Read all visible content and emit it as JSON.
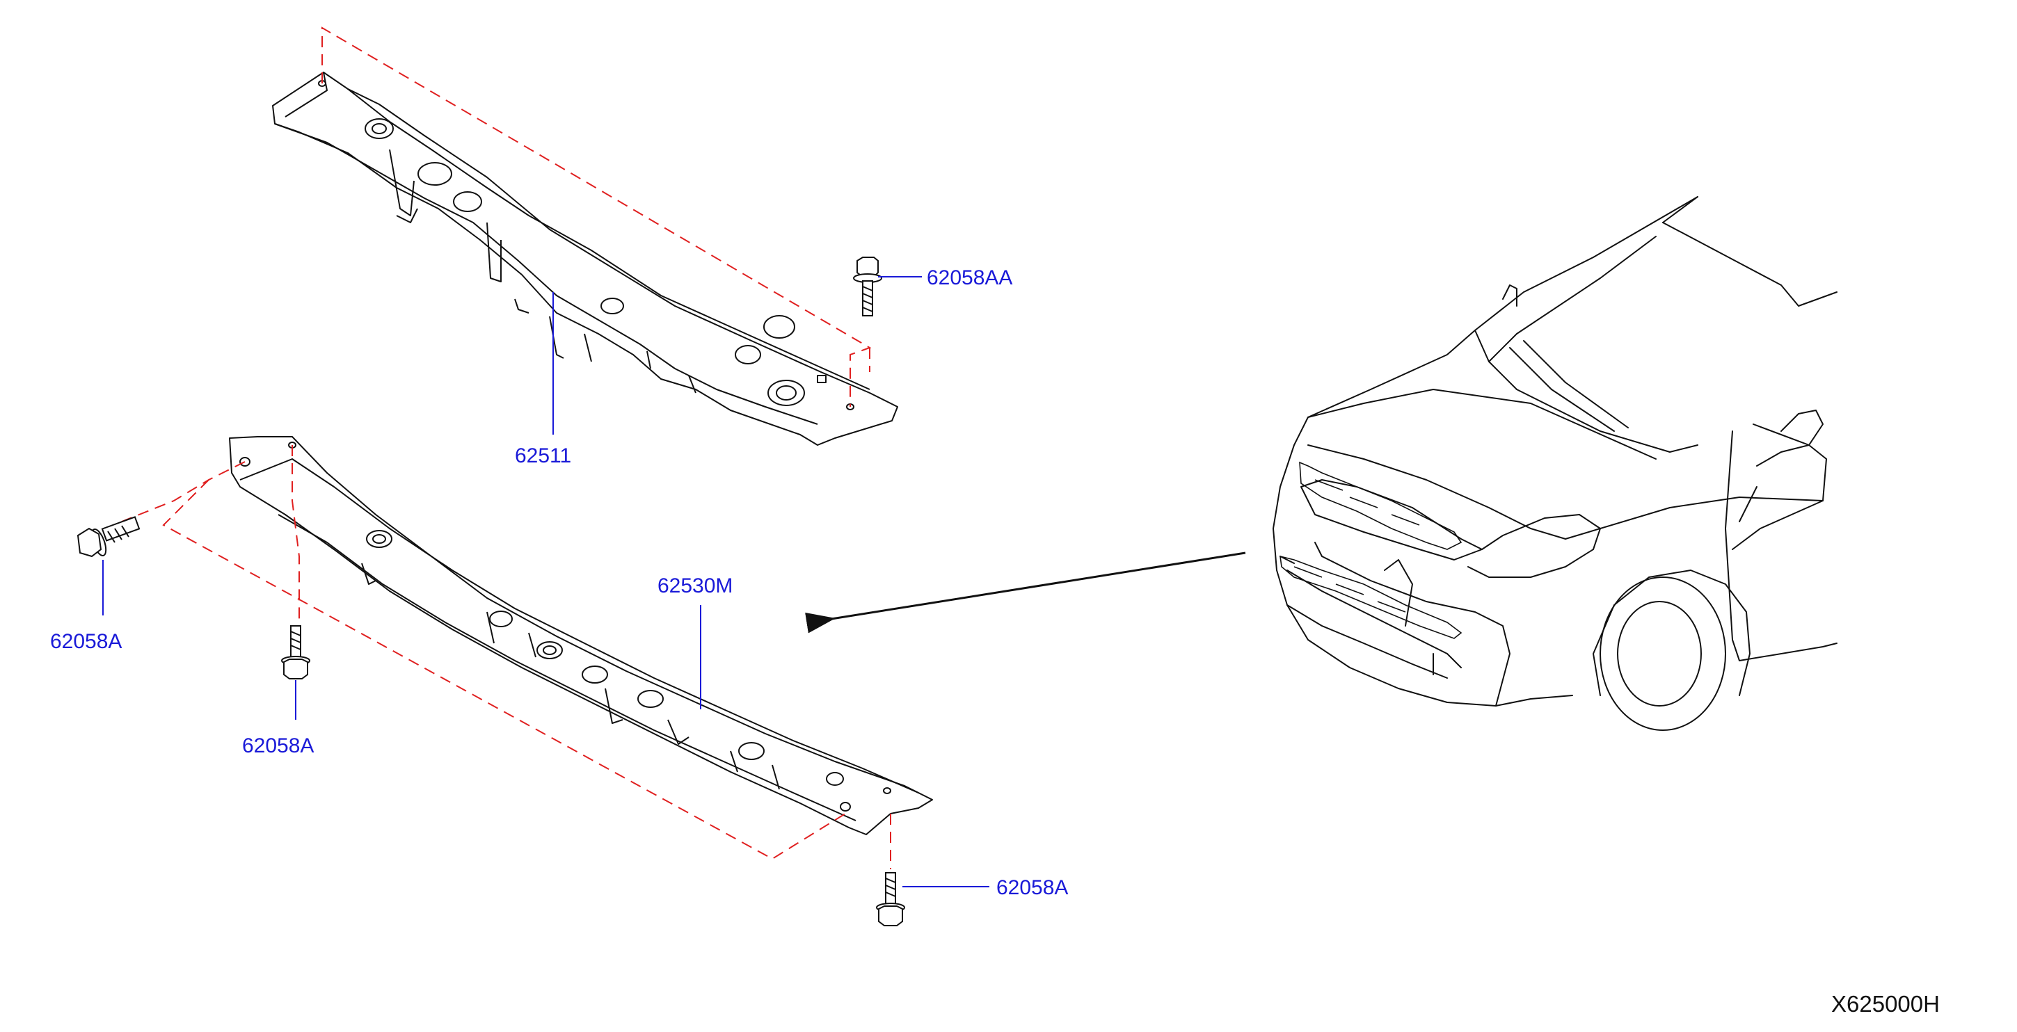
{
  "colors": {
    "label": "#1a1ad8",
    "leader": "#1a1ad8",
    "dash": "#e02020",
    "line": "#111111",
    "background": "#ffffff"
  },
  "labels": {
    "bolt_upper": "62058AA",
    "upper_support": "62511",
    "lower_support": "62530M",
    "bolt_left": "62058A",
    "bolt_mid": "62058A",
    "bolt_right": "62058A"
  },
  "diagram_id": "X625000H",
  "icons": {
    "bolt": "hex-flange-bolt-icon",
    "vehicle": "car-front-view-icon",
    "arrow": "locator-arrow-icon"
  }
}
